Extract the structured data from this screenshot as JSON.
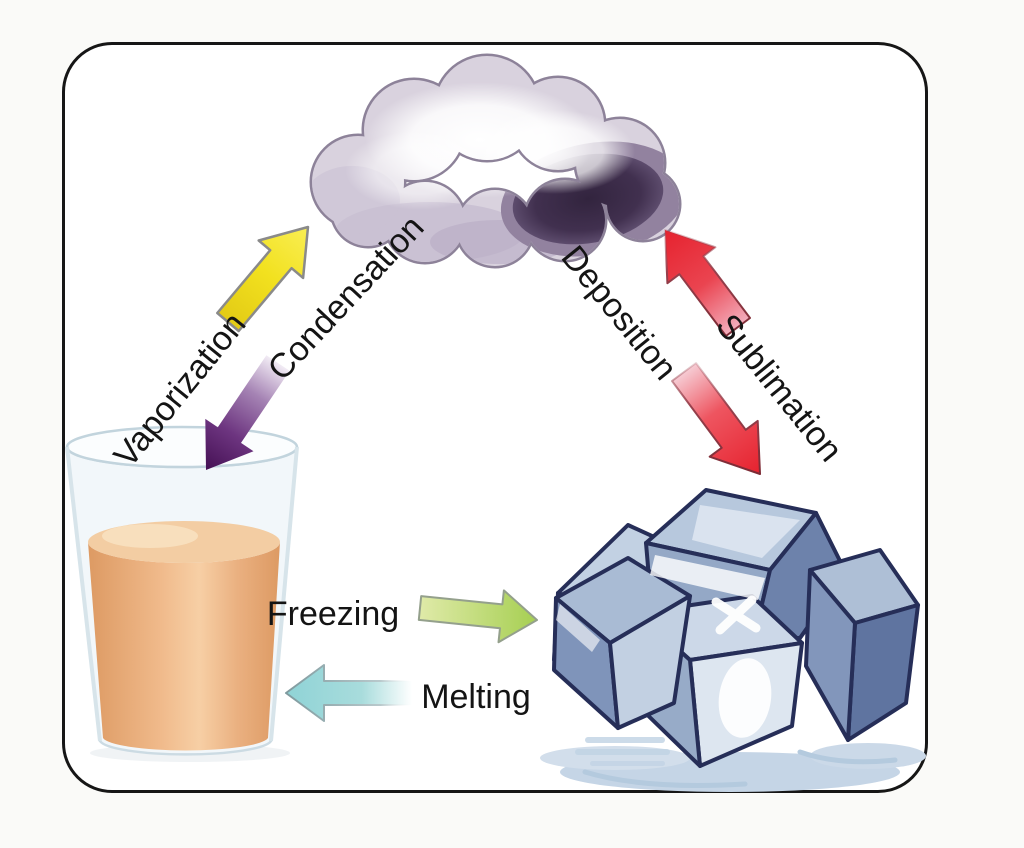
{
  "diagram": {
    "type": "states-of-matter-phase-change-diagram",
    "labels": {
      "vaporization": "Vaporization",
      "condensation": "Condensation",
      "deposition": "Deposition",
      "sublimation": "Sublimation",
      "freezing": "Freezing",
      "melting": "Melting"
    },
    "icons": {
      "gas": "cloud-icon",
      "liquid": "glass-of-liquid-icon",
      "solid": "ice-cubes-icon"
    },
    "colors": {
      "vaporization_arrow": "#f2e11f",
      "condensation_arrow": "#451054",
      "sublimation_arrow": "#e6222e",
      "deposition_arrow": "#e6222e",
      "freezing_arrow": "#a6cf52",
      "melting_arrow": "#8fd3d6",
      "frame_border": "#161616"
    }
  }
}
